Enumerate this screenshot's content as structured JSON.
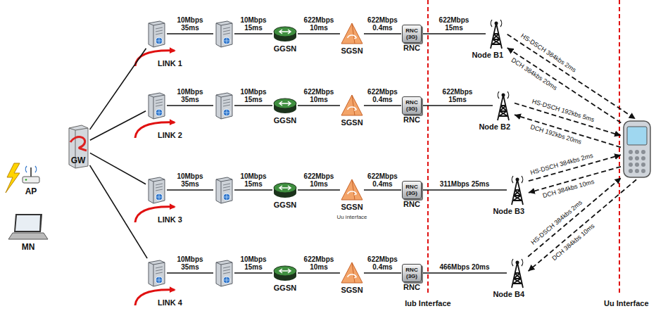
{
  "diagram": {
    "nodes": [
      {
        "text": [
          "AP"
        ]
      },
      {
        "text": [
          "MN"
        ]
      },
      {
        "text": [
          "GW"
        ]
      },
      {
        "text": []
      },
      {
        "text": []
      },
      {
        "text": [
          "GGSN"
        ]
      },
      {
        "text": [
          "SGSN"
        ]
      },
      {
        "text": [
          "RNC (3G)",
          "RNC"
        ]
      },
      {
        "text": [
          "Node B1"
        ]
      },
      {
        "text": []
      },
      {
        "text": []
      },
      {
        "text": [
          "GGSN"
        ]
      },
      {
        "text": [
          "SGSN"
        ]
      },
      {
        "text": [
          "RNC (3G)",
          "RNC"
        ]
      },
      {
        "text": [
          "Node B2"
        ]
      },
      {
        "text": []
      },
      {
        "text": []
      },
      {
        "text": [
          "GGSN"
        ]
      },
      {
        "text": [
          "SGSN"
        ]
      },
      {
        "text": [
          "RNC (3G)",
          "RNC"
        ]
      },
      {
        "text": [
          "Node B3"
        ]
      },
      {
        "text": []
      },
      {
        "text": []
      },
      {
        "text": [
          "GGSN"
        ]
      },
      {
        "text": [
          "SGSN"
        ]
      },
      {
        "text": [
          "RNC (3G)",
          "RNC"
        ]
      },
      {
        "text": [
          "Node B4"
        ]
      },
      {
        "text": []
      }
    ],
    "edges": [
      {
        "from": 2,
        "to": 3,
        "arrow": "none"
      },
      {
        "from": 3,
        "to": 4,
        "label": "10Mbps 35ms",
        "arrow": "none"
      },
      {
        "from": 4,
        "to": 5,
        "label": "10Mbps 15ms",
        "arrow": "none"
      },
      {
        "from": 5,
        "to": 6,
        "label": "622Mbps 10ms",
        "arrow": "none"
      },
      {
        "from": 6,
        "to": 7,
        "label": "622Mbps 0.4ms",
        "arrow": "none"
      },
      {
        "from": 7,
        "to": 8,
        "label": "622Mbps 15ms",
        "arrow": "none"
      },
      {
        "from": 8,
        "to": 27,
        "label": "HS-DSCH 384kbs 2ms",
        "arrow": "to"
      },
      {
        "from": 27,
        "to": 8,
        "label": "DCH 384kbs 20ms",
        "arrow": "to"
      },
      {
        "from": 2,
        "to": 9,
        "arrow": "none"
      },
      {
        "from": 9,
        "to": 10,
        "label": "10Mbps 35ms",
        "arrow": "none"
      },
      {
        "from": 10,
        "to": 11,
        "label": "10Mbps 15ms",
        "arrow": "none"
      },
      {
        "from": 11,
        "to": 12,
        "label": "622Mbps 10ms",
        "arrow": "none"
      },
      {
        "from": 12,
        "to": 13,
        "label": "622Mbps 0.4ms",
        "arrow": "none"
      },
      {
        "from": 13,
        "to": 14,
        "label": "622Mbps 15ms",
        "arrow": "none"
      },
      {
        "from": 14,
        "to": 27,
        "label": "HS-DSCH 192kbs 5ms",
        "arrow": "to"
      },
      {
        "from": 27,
        "to": 14,
        "label": "DCH 192kbs 20ms",
        "arrow": "to"
      },
      {
        "from": 2,
        "to": 15,
        "arrow": "none"
      },
      {
        "from": 15,
        "to": 16,
        "label": "10Mbps 35ms",
        "arrow": "none"
      },
      {
        "from": 16,
        "to": 17,
        "label": "10Mbps 15ms",
        "arrow": "none"
      },
      {
        "from": 17,
        "to": 18,
        "label": "622Mbps 10ms",
        "arrow": "none"
      },
      {
        "from": 18,
        "to": 19,
        "label": "622Mbps 0.4ms",
        "arrow": "none"
      },
      {
        "from": 19,
        "to": 20,
        "label": "311Mbps 25ms",
        "arrow": "none"
      },
      {
        "from": 20,
        "to": 27,
        "label": "HS-DSCH 384kbs 2ms",
        "arrow": "to"
      },
      {
        "from": 27,
        "to": 20,
        "label": "DCH 384kbs 10ms",
        "arrow": "to"
      },
      {
        "from": 2,
        "to": 21,
        "arrow": "none"
      },
      {
        "from": 21,
        "to": 22,
        "label": "10Mbps 35ms",
        "arrow": "none"
      },
      {
        "from": 22,
        "to": 23,
        "label": "10Mbps 15ms",
        "arrow": "none"
      },
      {
        "from": 23,
        "to": 24,
        "label": "622Mbps 10ms",
        "arrow": "none"
      },
      {
        "from": 24,
        "to": 25,
        "label": "622Mbps 0.4ms",
        "arrow": "none"
      },
      {
        "from": 25,
        "to": 26,
        "label": "466Mbps 20ms",
        "arrow": "none"
      },
      {
        "from": 26,
        "to": 27,
        "label": "HS-DSCH 384kbs 2ms",
        "arrow": "to"
      },
      {
        "from": 27,
        "to": 26,
        "label": "DCH 384kbs 10ms",
        "arrow": "to"
      }
    ],
    "labels": [
      "LINK 1",
      "LINK 2",
      "LINK 3",
      "LINK 4",
      "Uu interface",
      "Iub Interface",
      "Uu Interface"
    ]
  }
}
